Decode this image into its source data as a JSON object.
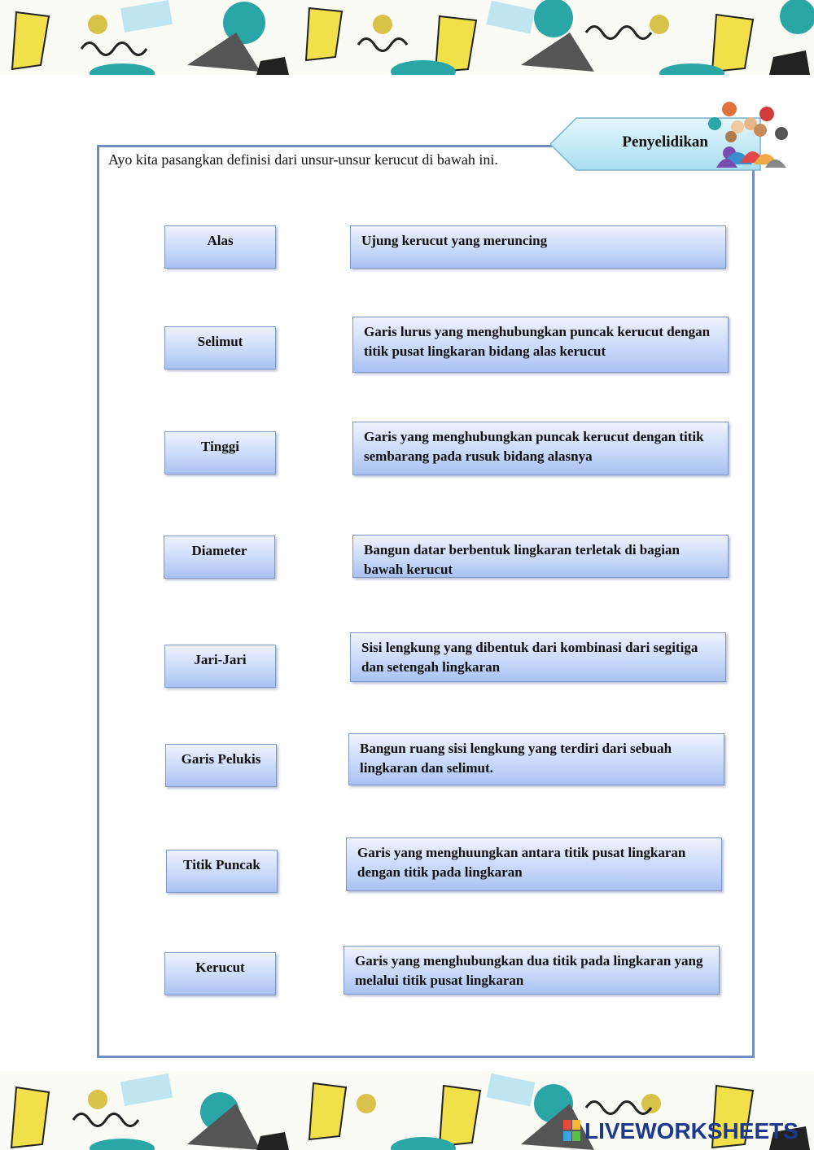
{
  "header": {
    "tag_label": "Penyelidikan",
    "instruction": "Ayo kita pasangkan definisi dari unsur-unsur kerucut di bawah ini."
  },
  "terms": [
    {
      "label": "Alas"
    },
    {
      "label": "Selimut"
    },
    {
      "label": "Tinggi"
    },
    {
      "label": "Diameter"
    },
    {
      "label": "Jari-Jari"
    },
    {
      "label": "Garis Pelukis"
    },
    {
      "label": "Titik Puncak"
    },
    {
      "label": "Kerucut"
    }
  ],
  "definitions": [
    {
      "text": "Ujung kerucut yang meruncing"
    },
    {
      "text": "Garis lurus yang menghubungkan puncak kerucut dengan titik pusat lingkaran bidang alas kerucut"
    },
    {
      "text": "Garis yang menghubungkan puncak kerucut dengan titik sembarang pada rusuk bidang alasnya"
    },
    {
      "text": "Bangun datar berbentuk lingkaran terletak di bagian bawah kerucut"
    },
    {
      "text": "Sisi lengkung yang dibentuk dari kombinasi dari segitiga dan setengah lingkaran"
    },
    {
      "text": "Bangun ruang sisi lengkung yang terdiri dari sebuah lingkaran dan selimut."
    },
    {
      "text": "Garis yang menghuungkan antara titik pusat lingkaran dengan titik pada lingkaran"
    },
    {
      "text": "Garis yang menghubungkan dua titik pada lingkaran yang melalui titik pusat lingkaran"
    }
  ],
  "footer": {
    "brand": "LIVEWORKSHEETS"
  },
  "colors": {
    "frame": "#6d8fc4",
    "box_top": "#eef3fd",
    "box_bottom": "#a9c2f2",
    "tag": "#bfeaf7",
    "brand": "#1d3a8a"
  }
}
